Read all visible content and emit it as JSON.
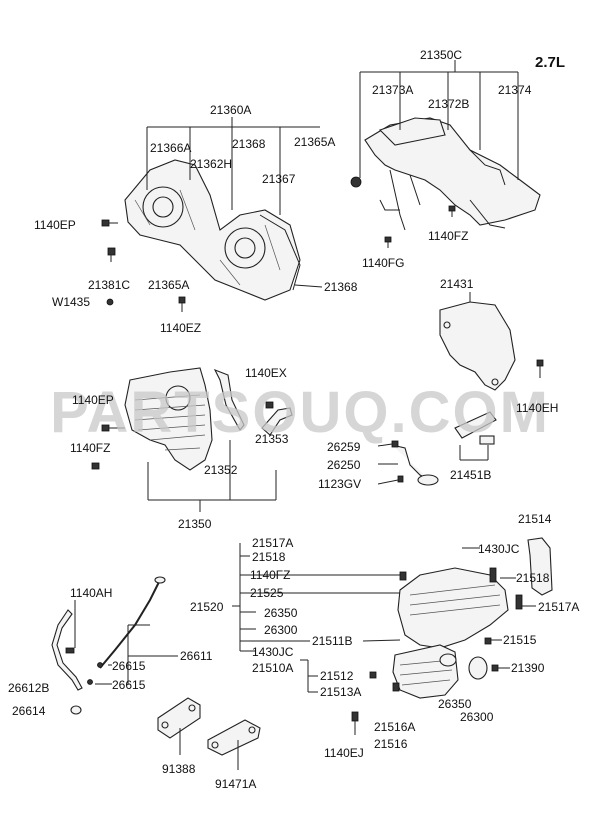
{
  "engine": "2.7L",
  "watermark": "PARTSOUQ.COM",
  "labels": {
    "l21350C": "21350C",
    "l21373A": "21373A",
    "l21372B": "21372B",
    "l21374": "21374",
    "l1140FZ_a": "1140FZ",
    "l1140FG": "1140FG",
    "l21360A": "21360A",
    "l21366A": "21366A",
    "l21368_a": "21368",
    "l21365A_a": "21365A",
    "l21362H": "21362H",
    "l21367": "21367",
    "l1140EP_a": "1140EP",
    "l21381C": "21381C",
    "l21365A_b": "21365A",
    "l21368_b": "21368",
    "lW1435": "W1435",
    "l1140EZ": "1140EZ",
    "l21431": "21431",
    "l1140EH": "1140EH",
    "l26259": "26259",
    "l26250": "26250",
    "l1123GV": "1123GV",
    "l21451B": "21451B",
    "l1140EX": "1140EX",
    "l1140EP_b": "1140EP",
    "l1140FZ_b": "1140FZ",
    "l21352": "21352",
    "l21353": "21353",
    "l21350": "21350",
    "l21514": "21514",
    "l21517A_a": "21517A",
    "l21518_a": "21518",
    "l1140FZ_c": "1140FZ",
    "l1430JC_a": "1430JC",
    "l21518_b": "21518",
    "l21525": "21525",
    "l21520": "21520",
    "l21517A_b": "21517A",
    "l26350_a": "26350",
    "l26300_a": "26300",
    "l21511B": "21511B",
    "l21515": "21515",
    "l1430JC_b": "1430JC",
    "l21510A": "21510A",
    "l21512": "21512",
    "l21390": "21390",
    "l21513A": "21513A",
    "l26350_b": "26350",
    "l26300_b": "26300",
    "l21516A": "21516A",
    "l21516": "21516",
    "l1140EJ": "1140EJ",
    "l1140AH": "1140AH",
    "l26612B": "26612B",
    "l26614": "26614",
    "l26615_a": "26615",
    "l26615_b": "26615",
    "l26611": "26611",
    "l91388": "91388",
    "l91471A": "91471A"
  }
}
